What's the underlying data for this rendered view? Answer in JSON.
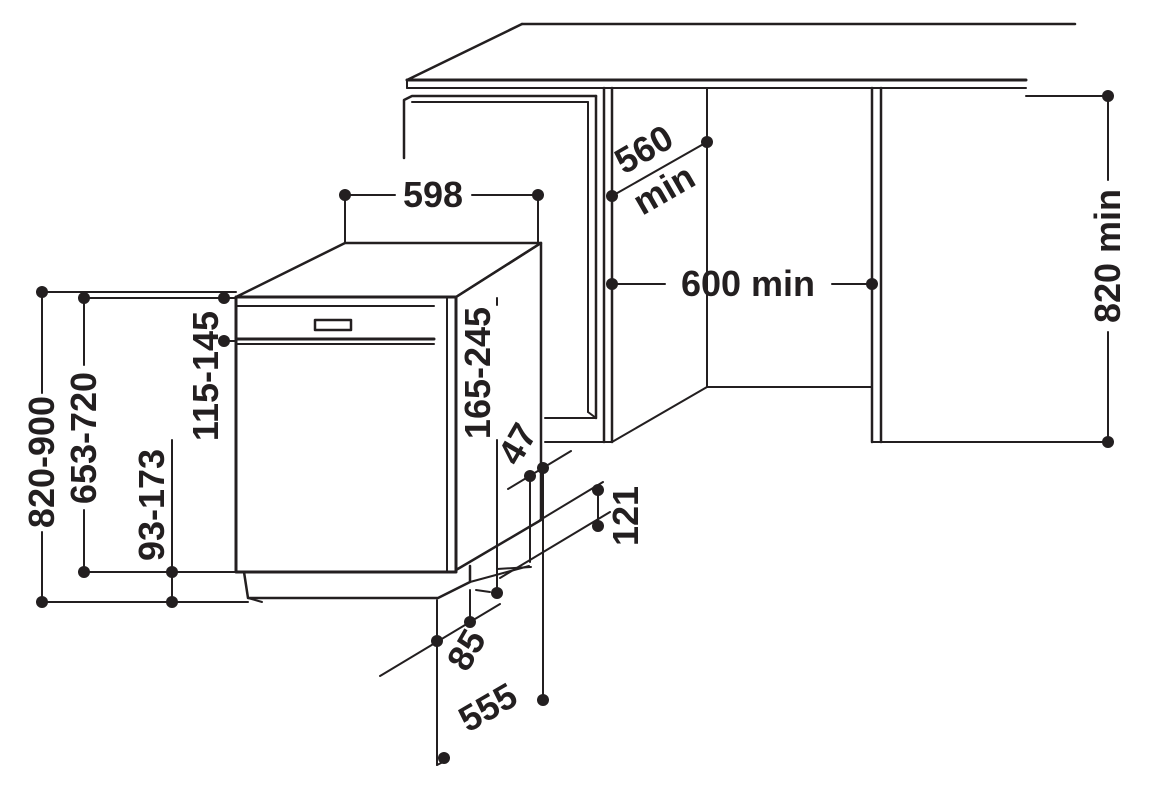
{
  "labels": {
    "width_598": "598",
    "niche_depth_560": "560",
    "niche_depth_min": "min",
    "niche_width_600_min": "600 min",
    "niche_height_820_min": "820 min",
    "height_820_900": "820-900",
    "height_653_720": "653-720",
    "height_93_173": "93-173",
    "panel_115_145": "115-145",
    "panel_165_245": "165-245",
    "plinth_47": "47",
    "plinth_121": "121",
    "plinth_85": "85",
    "depth_555": "555"
  },
  "colors": {
    "ink": "#231f20",
    "background": "#ffffff"
  }
}
